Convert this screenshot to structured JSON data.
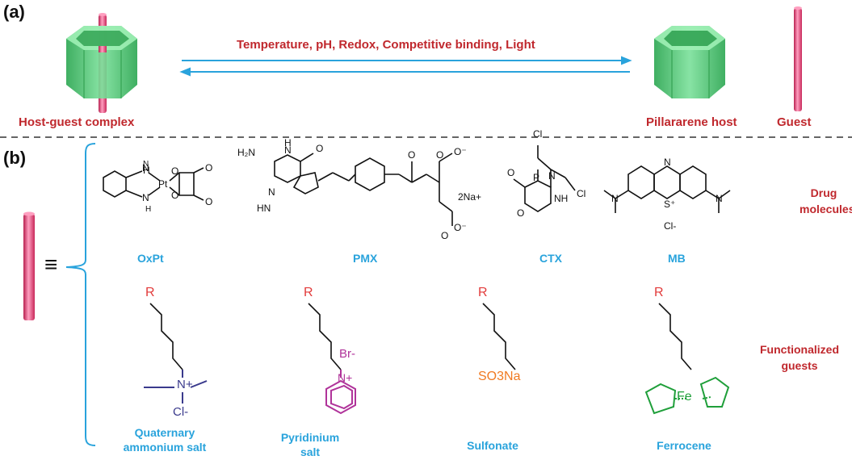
{
  "panel_a": {
    "label": "(a)",
    "stimuli": "Temperature, pH, Redox, Competitive binding, Light",
    "complex_label": "Host-guest complex",
    "host_label": "Pillararene host",
    "guest_label": "Guest"
  },
  "panel_b": {
    "label": "(b)",
    "equiv": "≡",
    "drug_category": "Drug molecules",
    "drug_category_line1": "Drug",
    "drug_category_line2": "molecules",
    "func_category_line1": "Functionalized",
    "func_category_line2": "guests",
    "drugs": [
      {
        "name": "OxPt"
      },
      {
        "name": "PMX",
        "counterion": "2Na+"
      },
      {
        "name": "CTX"
      },
      {
        "name": "MB",
        "counterion": "Cl-"
      }
    ],
    "guests": [
      {
        "name_line1": "Quaternary",
        "name_line2": "ammonium salt",
        "group": "N+",
        "ion": "Cl-"
      },
      {
        "name_line1": "Pyridinium",
        "name_line2": "salt",
        "group": "N+",
        "ion": "Br-"
      },
      {
        "name_line1": "Sulfonate",
        "group": "SO3Na"
      },
      {
        "name_line1": "Ferrocene",
        "group": "Fe"
      }
    ],
    "r_label": "R"
  },
  "colors": {
    "stimuli_red": "#c0282d",
    "label_blue": "#29a3dc",
    "host_green": "#3cc06a",
    "guest_pink": "#e8457a",
    "quaternary_navy": "#3a3a8c",
    "pyridinium_magenta": "#b0339a",
    "sulfonate_orange": "#f07a22",
    "ferrocene_green": "#1f9f3a"
  }
}
